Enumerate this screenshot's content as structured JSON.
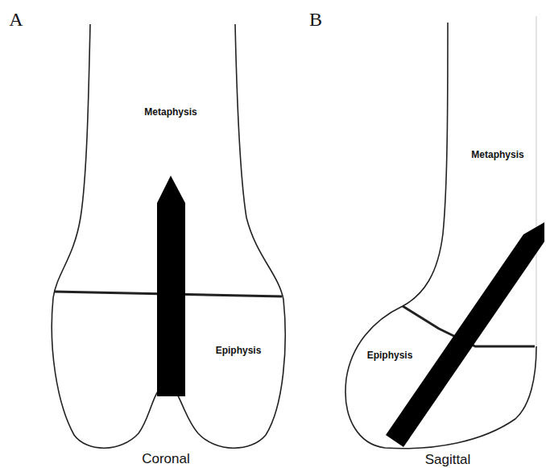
{
  "diagram": {
    "labels": [
      "A",
      "B",
      "Metaphysis",
      "Metaphysis",
      "Epiphysis",
      "Epiphysis",
      "Coronal",
      "Sagittal"
    ]
  }
}
